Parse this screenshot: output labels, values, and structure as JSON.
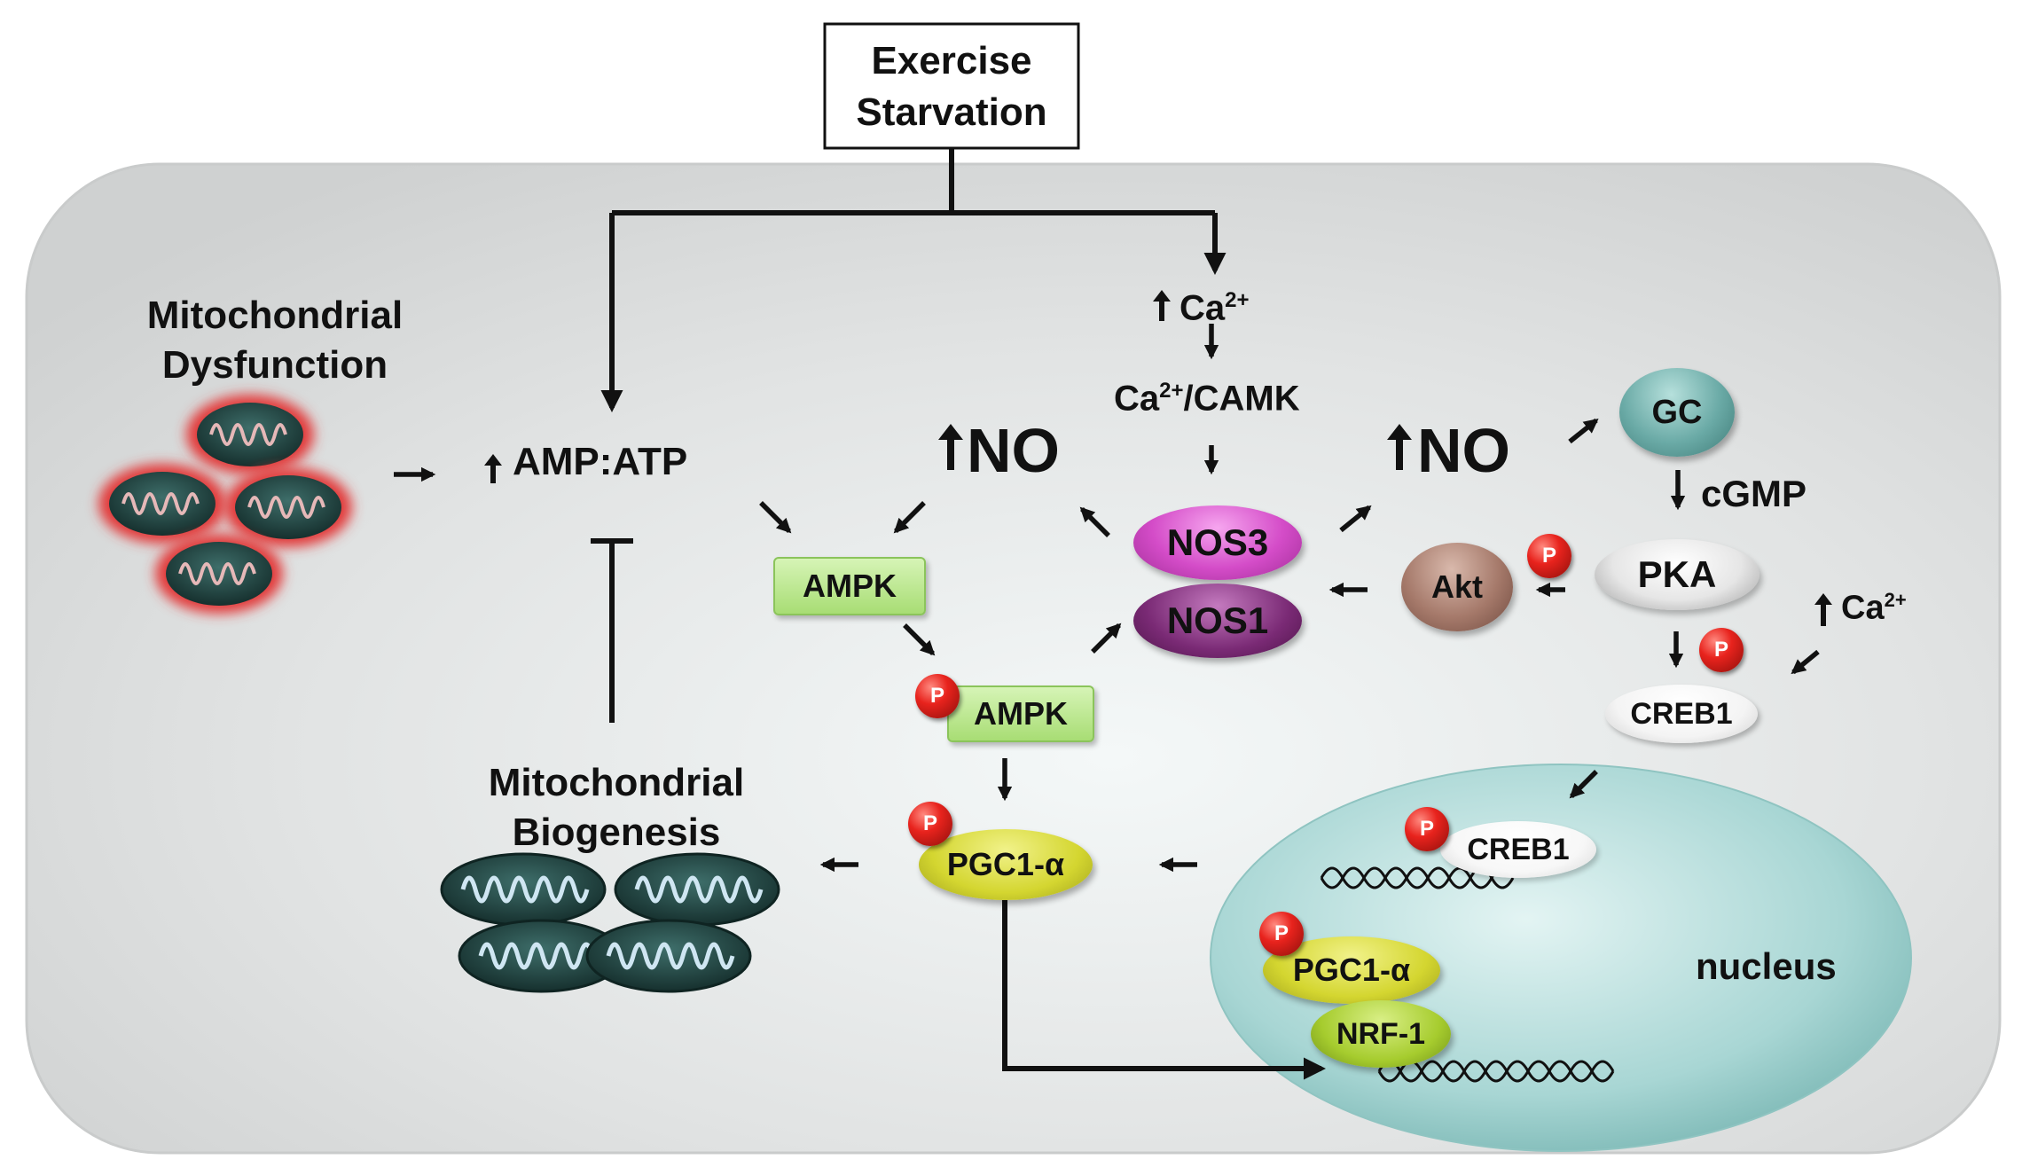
{
  "trigger": {
    "line1": "Exercise",
    "line2": "Starvation"
  },
  "mito_dysfunction": {
    "line1": "Mitochondrial",
    "line2": "Dysfunction"
  },
  "mito_biogenesis": {
    "line1": "Mitochondrial",
    "line2": "Biogenesis"
  },
  "amp_atp": "AMP:ATP",
  "ca_up": "Ca",
  "ca_sup": "2+",
  "ca_camk": {
    "pre": "Ca",
    "sup": "2+",
    "post": "/CAMK"
  },
  "no_label": "NO",
  "nos3": "NOS3",
  "nos1": "NOS1",
  "ampk": "AMPK",
  "ampk_p": "AMPK",
  "pgc1a": "PGC1-α",
  "gc": "GC",
  "cgmp": "cGMP",
  "pka": "PKA",
  "akt": "Akt",
  "creb1": "CREB1",
  "ca_right": "Ca",
  "nucleus": {
    "label": "nucleus",
    "creb1": "CREB1",
    "pgc1a": "PGC1-α",
    "nrf1": "NRF-1"
  },
  "phospho_badge": "P",
  "colors": {
    "cell_bg": "#e2e3e3",
    "ampk_green": "#b9e58c",
    "nos3_magenta": "#d44cc8",
    "nos1_purple": "#7a2a75",
    "gc_teal": "#6aaaa6",
    "akt_brown": "#a5796a",
    "pgc_yellow": "#d4d630",
    "nrf_green": "#a6cc2e",
    "nucleus_teal": "#a8d6d4",
    "phospho_red": "#e8231d"
  }
}
